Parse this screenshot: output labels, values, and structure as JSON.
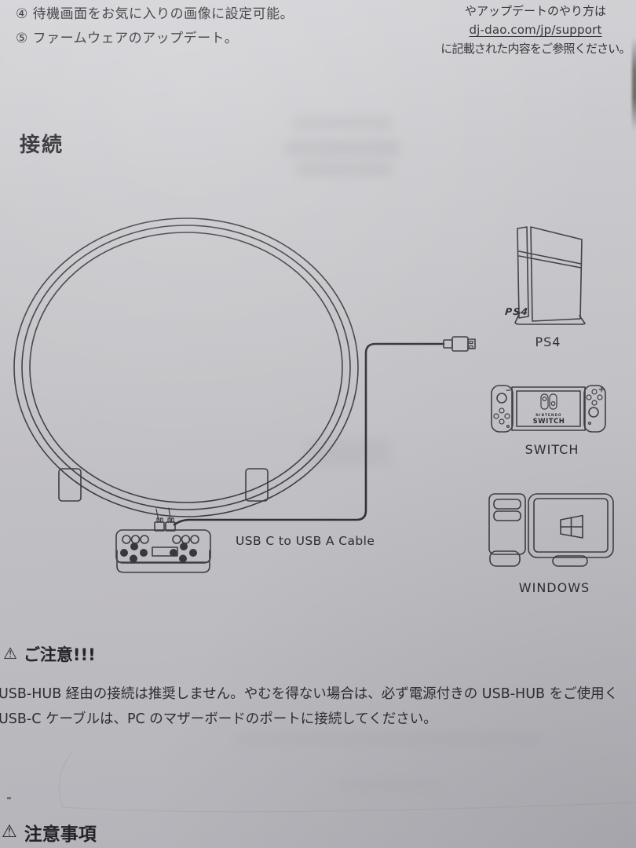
{
  "page": {
    "intro_items": [
      "④ 待機画面をお気に入りの画像に設定可能。",
      "⑤ ファームウェアのアップデート。"
    ],
    "support_note": {
      "line1": "やアップデートのやり方は",
      "link": "dj-dao.com/jp/support",
      "line2": "に記載された内容をご参照ください。"
    },
    "section_heading": "接続",
    "diagram": {
      "cable_label": "USB C to USB A Cable",
      "devices": [
        {
          "id": "ps4",
          "label": "PS4",
          "logo": "PS4"
        },
        {
          "id": "switch",
          "label": "SWITCH",
          "logo_top": "NINTENDO",
          "logo_bottom": "SWITCH"
        },
        {
          "id": "windows",
          "label": "WINDOWS"
        }
      ]
    },
    "caution": {
      "icon": "⚠",
      "heading": "ご注意!!!",
      "lines": [
        "USB-HUB 経由の接続は推奨しません。やむを得ない場合は、必ず電源付きの USB-HUB をご使用く",
        "USB-C ケーブルは、PC のマザーボードのポートに接続してください。"
      ]
    },
    "footer_heading": "注意事項",
    "colors": {
      "paper": "#c6c5c9",
      "ink": "#2a2a2f",
      "line_art": "#3b3b40"
    }
  }
}
